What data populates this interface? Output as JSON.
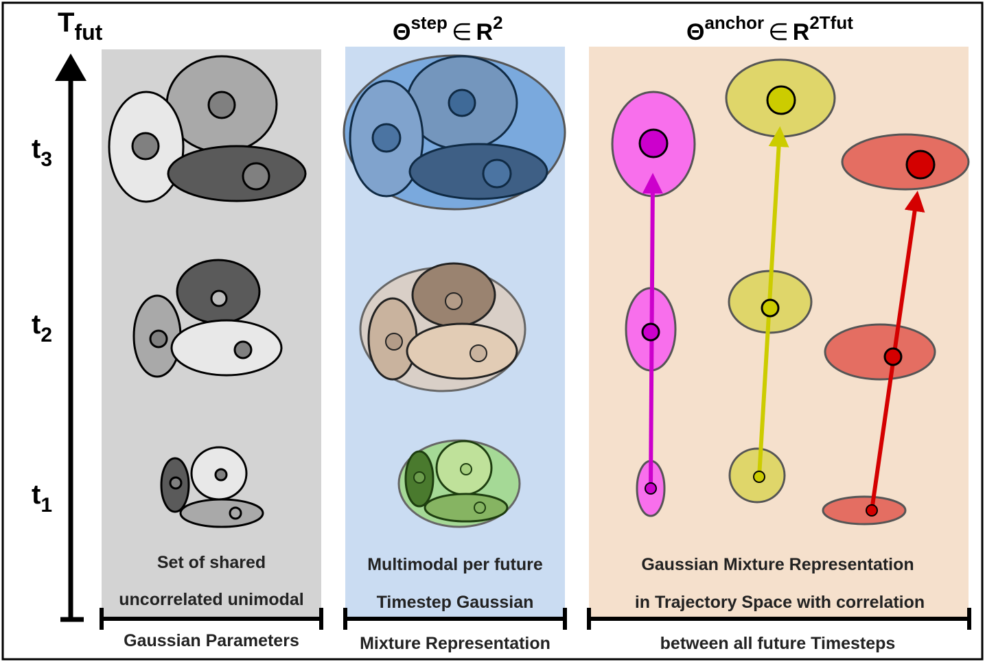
{
  "axis": {
    "title_main": "T",
    "title_sub": "fut",
    "ticks": [
      {
        "main": "t",
        "sub": "3"
      },
      {
        "main": "t",
        "sub": "2"
      },
      {
        "main": "t",
        "sub": "1"
      }
    ]
  },
  "panels": [
    {
      "id": "shared",
      "heading": null,
      "caption_lines": [
        "Set of shared",
        "uncorrelated unimodal",
        "Gaussian Parameters"
      ],
      "background": "#d3d3d3"
    },
    {
      "id": "step",
      "heading": {
        "base": "Θ",
        "sup": "step",
        "op": "∈",
        "space": "R",
        "space_sup": "2"
      },
      "caption_lines": [
        "Multimodal per future",
        "Timestep Gaussian",
        "Mixture Representation"
      ],
      "background": "#cadcf2",
      "timestep_colors": {
        "t1": "#8fcf6f",
        "t2": "#b89a80",
        "t3": "#5b8fc7"
      }
    },
    {
      "id": "anchor",
      "heading": {
        "base": "Θ",
        "sup": "anchor",
        "op": "∈",
        "space": "R",
        "space_sup": "2Tfut"
      },
      "caption_lines": [
        "Gaussian Mixture Representation",
        "in Trajectory Space with correlation",
        "between all future Timesteps"
      ],
      "background": "#f5e0cc",
      "trajectory_colors": [
        "#cc00cc",
        "#cccc00",
        "#d40000"
      ]
    }
  ]
}
